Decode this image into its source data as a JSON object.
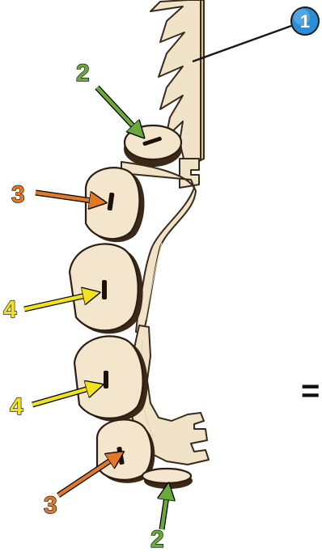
{
  "callouts": {
    "c1": "1",
    "c2_top": "2",
    "c3_top": "3",
    "c4_top": "4",
    "c4_bottom": "4",
    "c3_bottom": "3",
    "c2_bottom": "2"
  },
  "operator": "=",
  "colors": {
    "callout_1": "#2b8fd6",
    "callout_2": "#6aaa3a",
    "callout_3": "#e07a2a",
    "callout_4": "#f2e21a",
    "wood": "#f0e3c8",
    "outline": "#3a2a1c"
  }
}
